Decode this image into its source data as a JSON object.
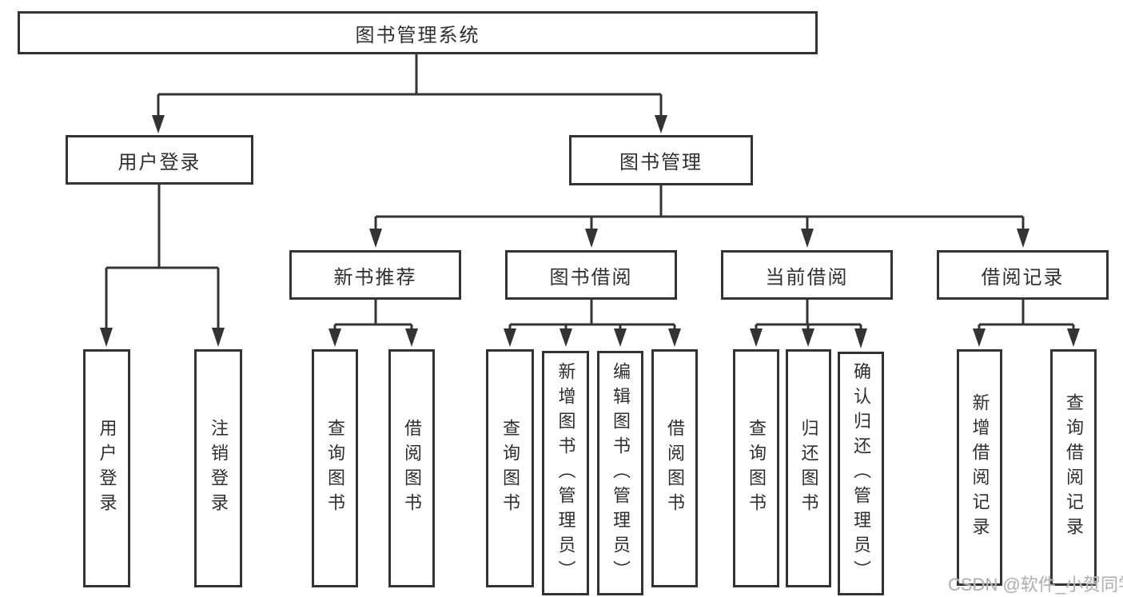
{
  "diagram": {
    "title": "图书管理系统",
    "branches": [
      {
        "label": "用户登录",
        "children": [
          {
            "label": "用户登录"
          },
          {
            "label": "注销登录"
          }
        ]
      },
      {
        "label": "图书管理",
        "children": [
          {
            "label": "新书推荐",
            "children": [
              {
                "label": "查询图书"
              },
              {
                "label": "借阅图书"
              }
            ]
          },
          {
            "label": "图书借阅",
            "children": [
              {
                "label": "查询图书"
              },
              {
                "label": "新增图书（管理员）"
              },
              {
                "label": "编辑图书（管理员）"
              },
              {
                "label": "借阅图书"
              }
            ]
          },
          {
            "label": "当前借阅",
            "children": [
              {
                "label": "查询图书"
              },
              {
                "label": "归还图书"
              },
              {
                "label": "确认归还（管理员）"
              }
            ]
          },
          {
            "label": "借阅记录",
            "children": [
              {
                "label": "新增借阅记录"
              },
              {
                "label": "查询借阅记录"
              }
            ]
          }
        ]
      }
    ]
  },
  "colors": {
    "line": "#333333",
    "text": "#2f2f2f",
    "watermark": "#b3b3b3"
  },
  "watermark": {
    "text": "CSDN @软件_小贺同学"
  }
}
